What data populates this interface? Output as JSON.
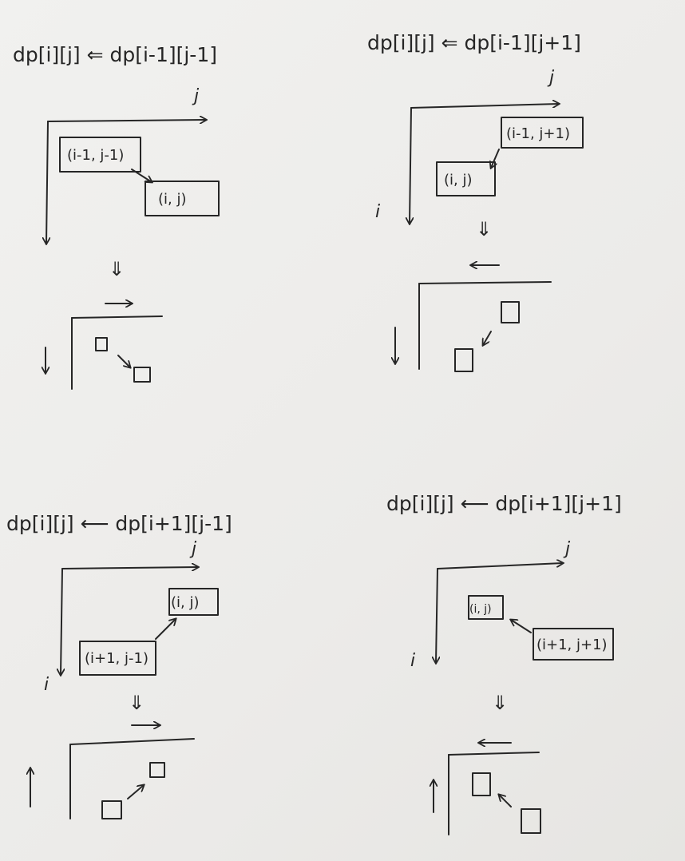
{
  "panels": [
    {
      "recurrence": "dp[i][j] ⇐ dp[i-1][j-1]",
      "j_label": "j",
      "i_label": "",
      "source_cell": "(i-1, j-1)",
      "target_cell": "(i, j)",
      "transition_symbol": "⇓",
      "row_direction_arrow": "↓",
      "col_direction_arrow": "→"
    },
    {
      "recurrence": "dp[i][j] ⇐ dp[i-1][j+1]",
      "j_label": "j",
      "i_label": "i",
      "source_cell": "(i-1, j+1)",
      "target_cell": "(i, j)",
      "transition_symbol": "⇓",
      "row_direction_arrow": "↓",
      "col_direction_arrow": "←"
    },
    {
      "recurrence": "dp[i][j] ⟵ dp[i+1][j-1]",
      "j_label": "j",
      "i_label": "i",
      "source_cell": "(i+1, j-1)",
      "target_cell": "(i, j)",
      "transition_symbol": "⇓",
      "row_direction_arrow": "↑",
      "col_direction_arrow": "→"
    },
    {
      "recurrence": "dp[i][j] ⟵ dp[i+1][j+1]",
      "j_label": "j",
      "i_label": "i",
      "source_cell": "(i+1, j+1)",
      "target_cell": "(i, j)",
      "transition_symbol": "⇓",
      "row_direction_arrow": "↑",
      "col_direction_arrow": "←"
    }
  ],
  "colors": {
    "paper": "#eeeeec",
    "ink": "#262626"
  }
}
